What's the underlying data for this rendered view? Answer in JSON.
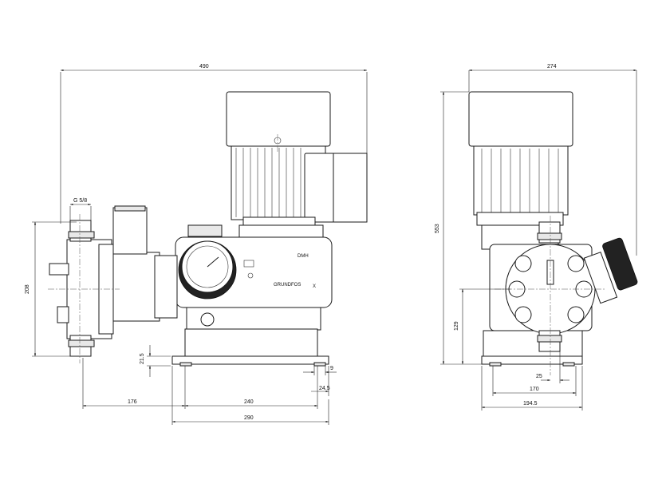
{
  "front_view": {
    "dims": {
      "overall_width": "490",
      "connection": "G 5/8",
      "height": "208",
      "base_offset": "21.5",
      "foot_w": "9",
      "foot_offset": "24.5",
      "left_offset": "176",
      "base_w": "240",
      "base_total": "290"
    },
    "labels": {
      "model": "DMH",
      "brand": "GRUNDFOS",
      "brand_mark": "X"
    }
  },
  "side_view": {
    "dims": {
      "overall_width": "274",
      "overall_height": "553",
      "axis_height": "129",
      "offset": "25",
      "foot_span": "170",
      "base_width": "194.5"
    }
  }
}
